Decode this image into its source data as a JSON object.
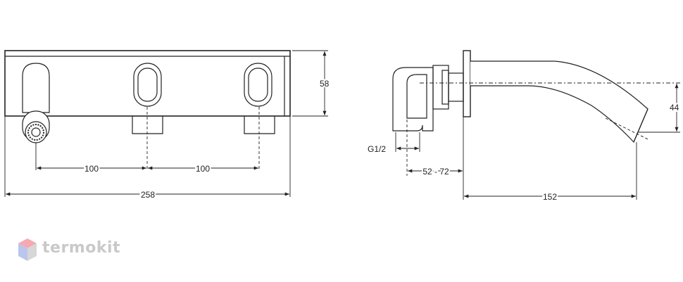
{
  "dimensions": {
    "spacing_left": "100",
    "spacing_right": "100",
    "total_width": "258",
    "height": "58",
    "thread": "G1/2",
    "wall_range": "52 - 72",
    "spout_projection": "152",
    "spout_height": "44"
  },
  "brand": {
    "name": "termokit",
    "colors": [
      "#f6a9b0",
      "#b9c6ee",
      "#d7d7d7"
    ]
  }
}
